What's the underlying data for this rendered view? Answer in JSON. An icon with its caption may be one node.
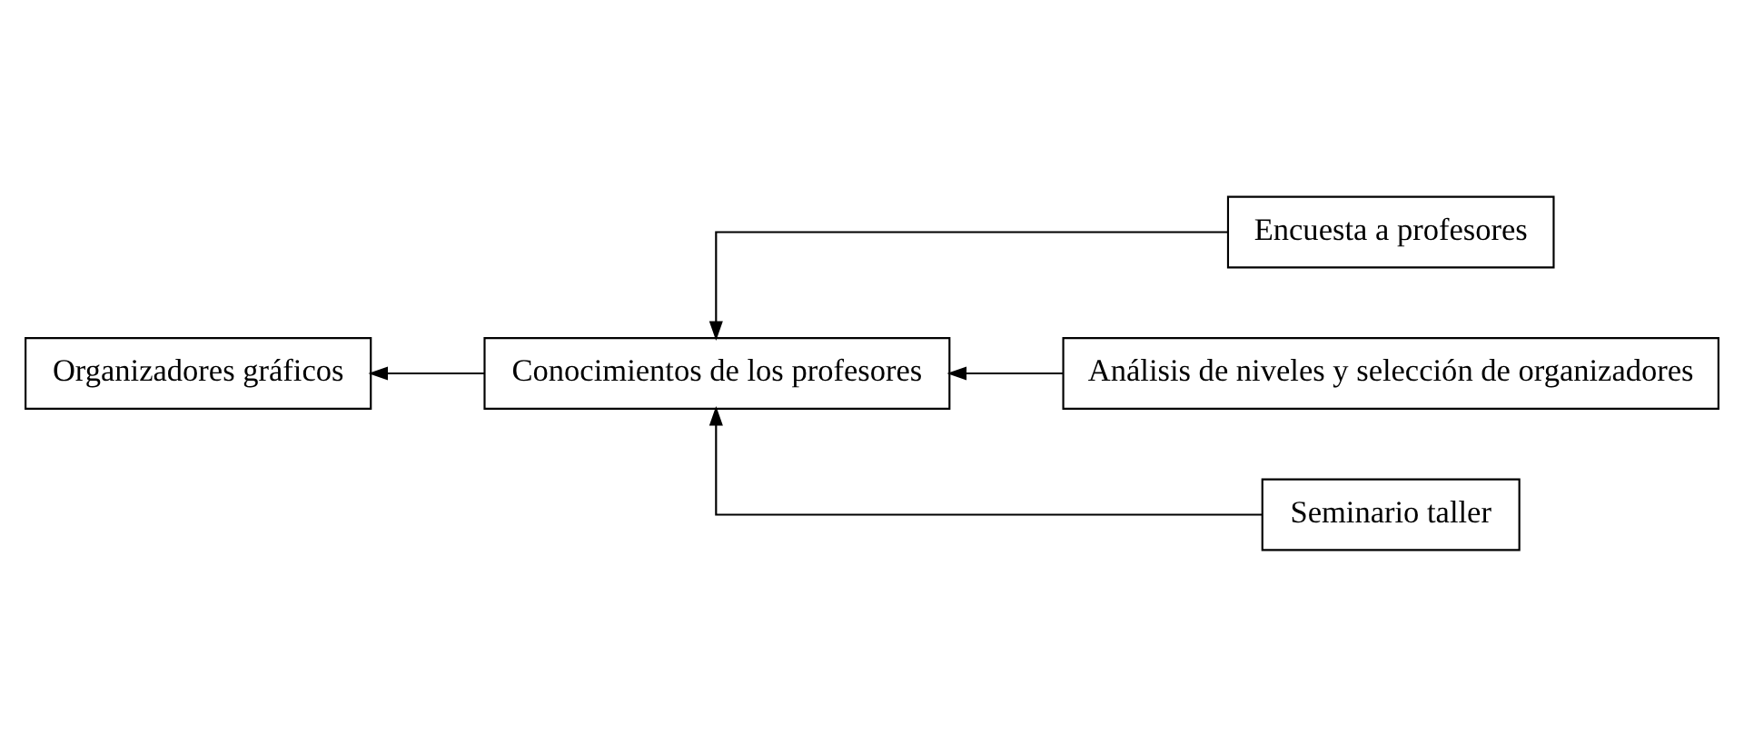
{
  "diagram": {
    "nodes": [
      {
        "text": [
          "Organizadores gráficos"
        ]
      },
      {
        "text": [
          "Conocimientos de los profesores"
        ]
      },
      {
        "text": [
          "Encuesta a profesores"
        ]
      },
      {
        "text": [
          "Análisis de niveles y selección de organizadores"
        ]
      },
      {
        "text": [
          "Seminario taller"
        ]
      }
    ],
    "edges": [
      {
        "from": 2,
        "to": 1,
        "arrow": "to"
      },
      {
        "from": 3,
        "to": 1,
        "arrow": "to"
      },
      {
        "from": 4,
        "to": 1,
        "arrow": "to"
      },
      {
        "from": 1,
        "to": 0,
        "arrow": "to"
      }
    ]
  }
}
